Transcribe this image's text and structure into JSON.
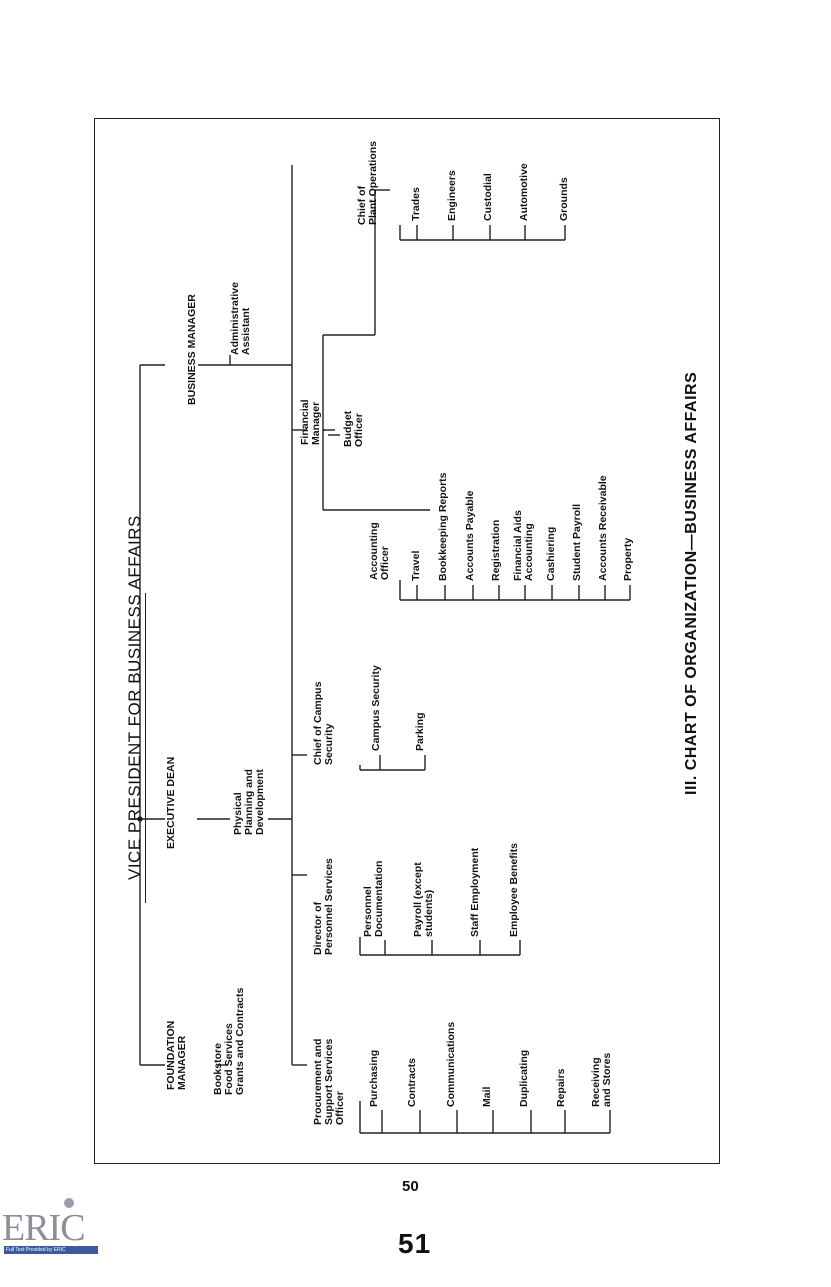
{
  "title": "VICE PRESIDENT FOR BUSINESS AFFAIRS",
  "caption": "III. CHART OF ORGANIZATION—BUSINESS AFFAIRS",
  "page_numbers": {
    "printed": "50",
    "sheet": "51"
  },
  "eric": {
    "logo": "ERIC",
    "banner": "Full Text Provided by ERIC"
  },
  "nodes": {
    "foundation_manager": "FOUNDATION\nMANAGER",
    "bookstore_food_grants": "Bookstore\nFood Services\nGrants and Contracts",
    "executive_dean": "EXECUTIVE DEAN",
    "physical_planning": "Physical\nPlanning and\nDevelopment",
    "business_manager": "BUSINESS MANAGER",
    "administrative_assistant": "Administrative\nAssistant",
    "procurement_officer": "Procurement and\nSupport Services\nOfficer",
    "purchasing": "Purchasing",
    "contracts": "Contracts",
    "communications": "Communications",
    "mail": "Mail",
    "duplicating": "Duplicating",
    "repairs": "Repairs",
    "receiving_stores": "Receiving\nand Stores",
    "director_personnel": "Director of\nPersonnel Services",
    "personnel_documentation": "Personnel\nDocumentation",
    "payroll_except_students": "Payroll (except\nstudents)",
    "staff_employment": "Staff Employment",
    "employee_benefits": "Employee Benefits",
    "chief_campus_security": "Chief of Campus\nSecurity",
    "campus_security": "Campus Security",
    "parking": "Parking",
    "accounting_officer": "Accounting\nOfficer",
    "travel": "Travel",
    "bookkeeping_reports": "Bookkeeping Reports",
    "accounts_payable": "Accounts Payable",
    "registration": "Registration",
    "financial_aids_accounting": "Financial Aids\nAccounting",
    "cashiering": "Cashiering",
    "student_payroll": "Student Payroll",
    "accounts_receivable": "Accounts Receivable",
    "property": "Property",
    "financial_manager": "Financial\nManager",
    "budget_officer": "Budget\nOfficer",
    "chief_plant_operations": "Chief of\nPlant Operations",
    "trades": "Trades",
    "engineers": "Engineers",
    "custodial": "Custodial",
    "automotive": "Automotive",
    "grounds": "Grounds"
  }
}
